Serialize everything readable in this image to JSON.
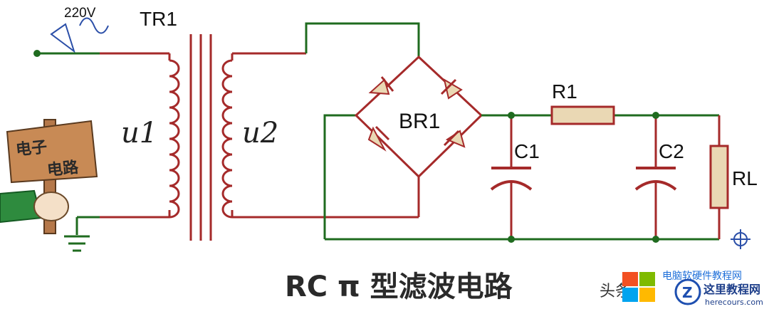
{
  "labels": {
    "voltage": "220V",
    "transformer": "TR1",
    "primary": "u1",
    "secondary": "u2",
    "bridge": "BR1",
    "resistor": "R1",
    "cap1": "C1",
    "cap2": "C2",
    "load": "RL"
  },
  "sign": {
    "line1": "电子",
    "line2": "电路"
  },
  "title": "RC π 型滤波电路",
  "watermarks": {
    "toutiao": "头条",
    "site_name": "这里教程网",
    "site_url": "herecours.com",
    "site_top": "电脑软硬件教程网"
  },
  "colors": {
    "wire_red": "#a52a2a",
    "wire_green": "#1f6b1f",
    "node": "#1f6b1f",
    "component_fill": "#ead8b4",
    "sign_board": "#b5784a",
    "sleeve": "#2e8b3e"
  }
}
